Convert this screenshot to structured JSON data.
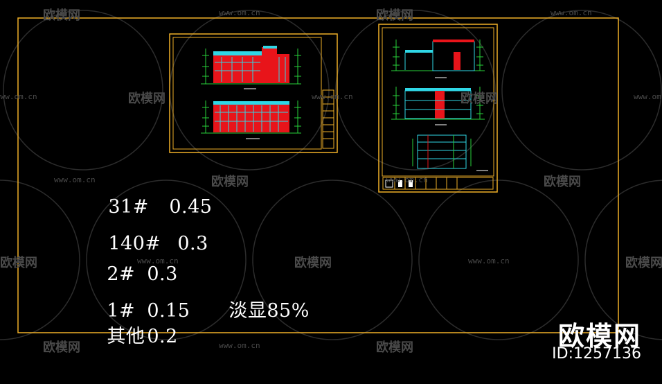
{
  "settings": [
    {
      "layer": "31#",
      "value": "0.45"
    },
    {
      "layer": "140#",
      "value": "0.3"
    },
    {
      "layer": "2#",
      "value": "0.3"
    },
    {
      "layer": "1#",
      "value": "0.15",
      "note": "淡显85%"
    },
    {
      "layer": "其他",
      "value": "0.2"
    }
  ],
  "watermark": {
    "logo_text": "欧模网",
    "url_text": "www.om.cn"
  },
  "brand": {
    "name": "欧模网",
    "id_text": "ID:1257136"
  },
  "colors": {
    "background": "#000000",
    "frame": "#f0b028",
    "cad_red": "#e8141a",
    "cad_cyan": "#2fd7e6",
    "cad_green": "#27d23a",
    "text": "#ffffff"
  }
}
